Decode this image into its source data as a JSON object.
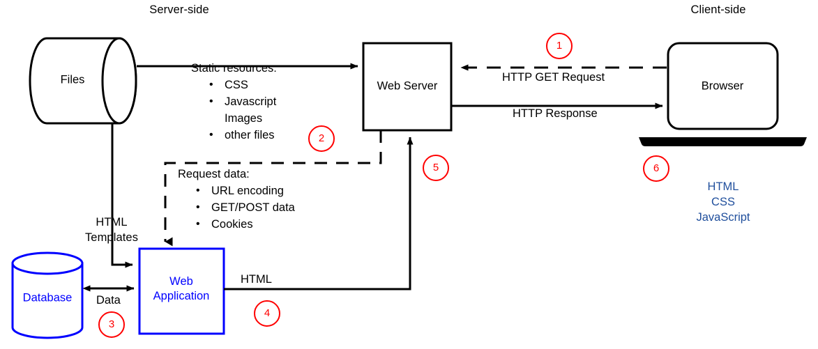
{
  "diagram": {
    "title_left": "Server-side",
    "title_right": "Client-side",
    "colors": {
      "stroke": "#000000",
      "blue": "#0000ff",
      "red": "#ff0000",
      "client_text": "#1f4e9c"
    }
  },
  "nodes": {
    "files": {
      "label": "Files",
      "shape": "cylinder-horizontal"
    },
    "web_server": {
      "label": "Web Server",
      "shape": "rectangle"
    },
    "browser": {
      "label": "Browser",
      "shape": "rounded-rectangle"
    },
    "database": {
      "label": "Database",
      "shape": "cylinder-vertical"
    },
    "web_application": {
      "label_line1": "Web",
      "label_line2": "Application",
      "shape": "rectangle"
    }
  },
  "annotations": {
    "static_resources": {
      "header": "Static resources:",
      "items": [
        {
          "text": "CSS",
          "bullet": true
        },
        {
          "text": "Javascript",
          "bullet": true
        },
        {
          "text": "Images",
          "bullet": false
        },
        {
          "text": "other files",
          "bullet": true
        }
      ]
    },
    "request_data": {
      "header": "Request data:",
      "items": [
        {
          "text": "URL encoding",
          "bullet": true
        },
        {
          "text": "GET/POST data",
          "bullet": true
        },
        {
          "text": "Cookies",
          "bullet": true
        }
      ]
    },
    "http_get_request": "HTTP GET Request",
    "http_response": "HTTP Response",
    "html_templates_line1": "HTML",
    "html_templates_line2": "Templates",
    "data": "Data",
    "html": "HTML",
    "client_stack": [
      "HTML",
      "CSS",
      "JavaScript"
    ]
  },
  "step_badges": [
    {
      "number": "1"
    },
    {
      "number": "2"
    },
    {
      "number": "3"
    },
    {
      "number": "4"
    },
    {
      "number": "5"
    },
    {
      "number": "6"
    }
  ]
}
